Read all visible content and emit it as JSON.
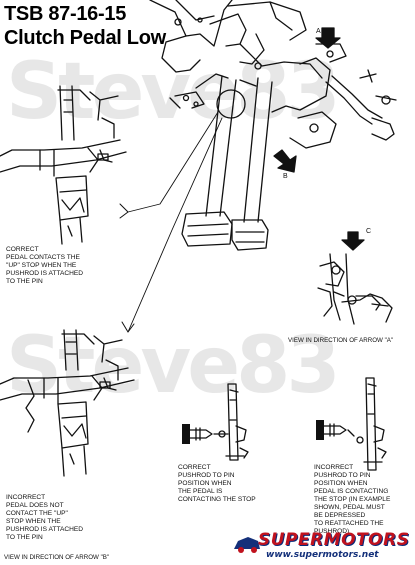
{
  "title": {
    "line1": "TSB 87-16-15",
    "line2": "Clutch Pedal Low"
  },
  "watermark": {
    "top": "Steve83",
    "bottom": "Steve83"
  },
  "labels": {
    "arrow_a": "A",
    "arrow_b": "B",
    "arrow_c": "C",
    "correct_up_stop": "CORRECT\nPEDAL CONTACTS THE\n\"UP\" STOP WHEN THE\nPUSHROD IS ATTACHED\nTO THE PIN",
    "view_arrow_a": "VIEW IN DIRECTION OF ARROW \"A\"",
    "incorrect_up_stop": "INCORRECT\nPEDAL DOES NOT\nCONTACT THE \"UP\"\nSTOP WHEN THE\nPUSHROD IS ATTACHED\nTO THE PIN",
    "view_arrow_b": "VIEW IN DIRECTION OF ARROW \"B\"",
    "correct_pushrod": "CORRECT\nPUSHROD TO PIN\nPOSITION WHEN\nTHE PEDAL IS\nCONTACTING THE STOP",
    "incorrect_pushrod": "INCORRECT\nPUSHROD TO PIN\nPOSITION WHEN\nPEDAL IS CONTACTING\nTHE STOP (IN EXAMPLE\nSHOWN, PEDAL MUST\nBE DEPRESSED\nTO REATTACHED THE\nPUSHROD)"
  },
  "logo": {
    "name": "SUPERMOTORS",
    "url": "www.supermotors.net",
    "color_red": "#c0121e",
    "color_blue": "#14307a"
  }
}
